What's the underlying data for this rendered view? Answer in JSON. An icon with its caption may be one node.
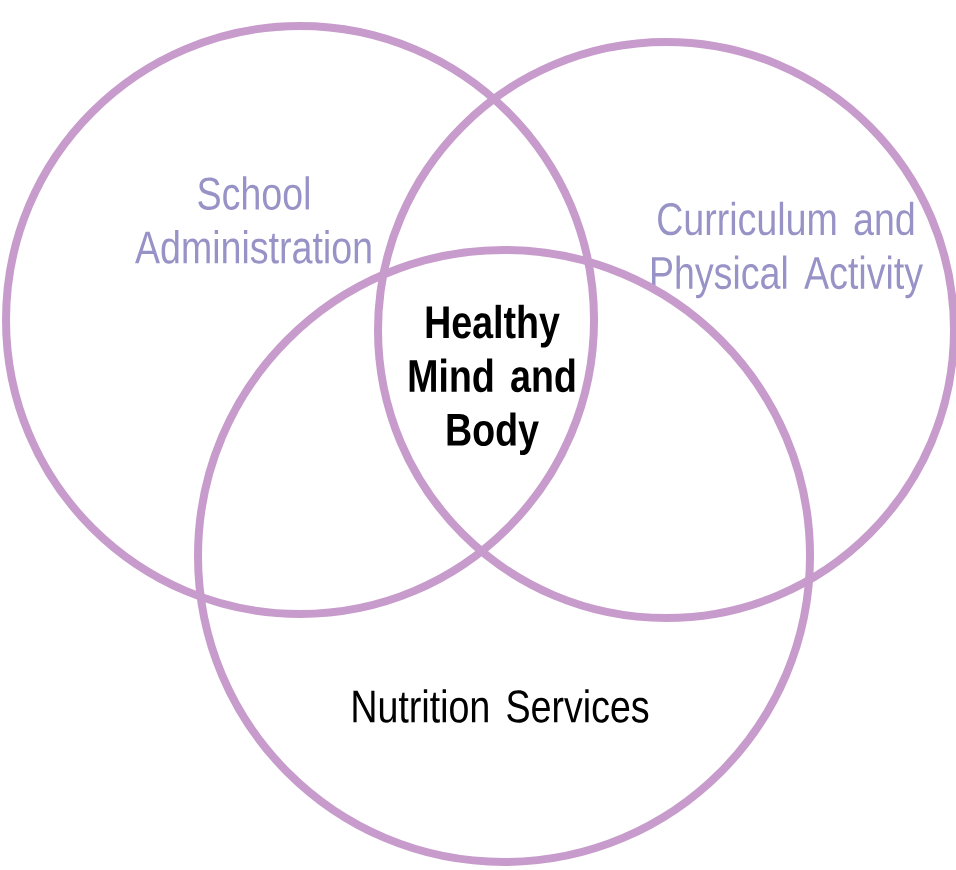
{
  "diagram": {
    "nodes": [
      {
        "text": [
          "School Administration"
        ]
      },
      {
        "text": [
          "Curriculum and Physical Activity"
        ]
      },
      {
        "text": [
          "Nutrition Services"
        ]
      }
    ],
    "labels": [
      "Healthy Mind and Body"
    ]
  }
}
